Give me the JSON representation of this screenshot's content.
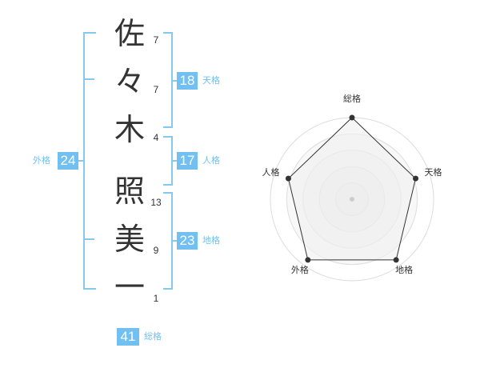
{
  "name_chars": [
    {
      "char": "佐",
      "strokes": "7"
    },
    {
      "char": "々",
      "strokes": "7"
    },
    {
      "char": "木",
      "strokes": "4"
    },
    {
      "char": "照",
      "strokes": "13"
    },
    {
      "char": "美",
      "strokes": "9"
    },
    {
      "char": "一",
      "strokes": "1"
    }
  ],
  "kakusu": {
    "tenkaku": {
      "label": "天格",
      "value": "18"
    },
    "jinkaku": {
      "label": "人格",
      "value": "17"
    },
    "chikaku": {
      "label": "地格",
      "value": "23"
    },
    "gaikaku": {
      "label": "外格",
      "value": "24"
    },
    "soukaku": {
      "label": "総格",
      "value": "41"
    }
  },
  "radar": {
    "axes": [
      "総格",
      "天格",
      "地格",
      "外格",
      "人格"
    ],
    "values": [
      1.0,
      0.82,
      0.92,
      0.92,
      0.82
    ],
    "line_color": "#333333",
    "fill_color": "#f0f0f0"
  }
}
